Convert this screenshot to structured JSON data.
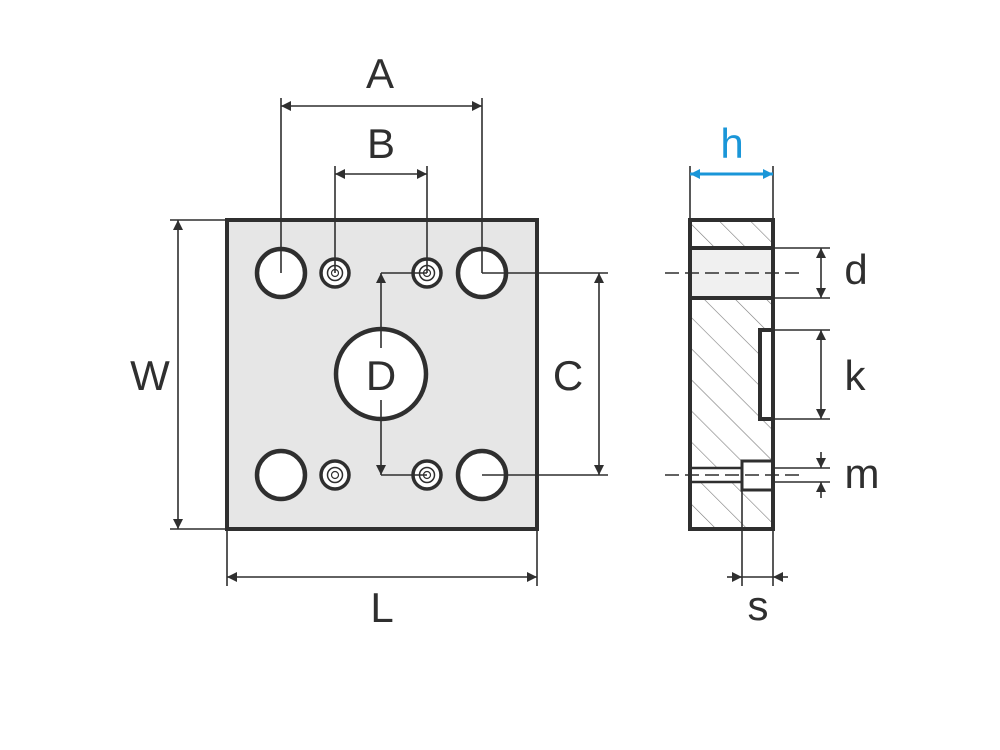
{
  "colors": {
    "outline": "#2f2f2f",
    "plate_fill": "#e6e6e6",
    "accent": "#1a96d8",
    "background": "#ffffff"
  },
  "front_view": {
    "labels": {
      "A": "A",
      "B": "B",
      "C": "C",
      "D": "D",
      "W": "W",
      "L": "L"
    }
  },
  "side_view": {
    "labels": {
      "h": "h",
      "d": "d",
      "k": "k",
      "m": "m",
      "s": "s"
    }
  }
}
